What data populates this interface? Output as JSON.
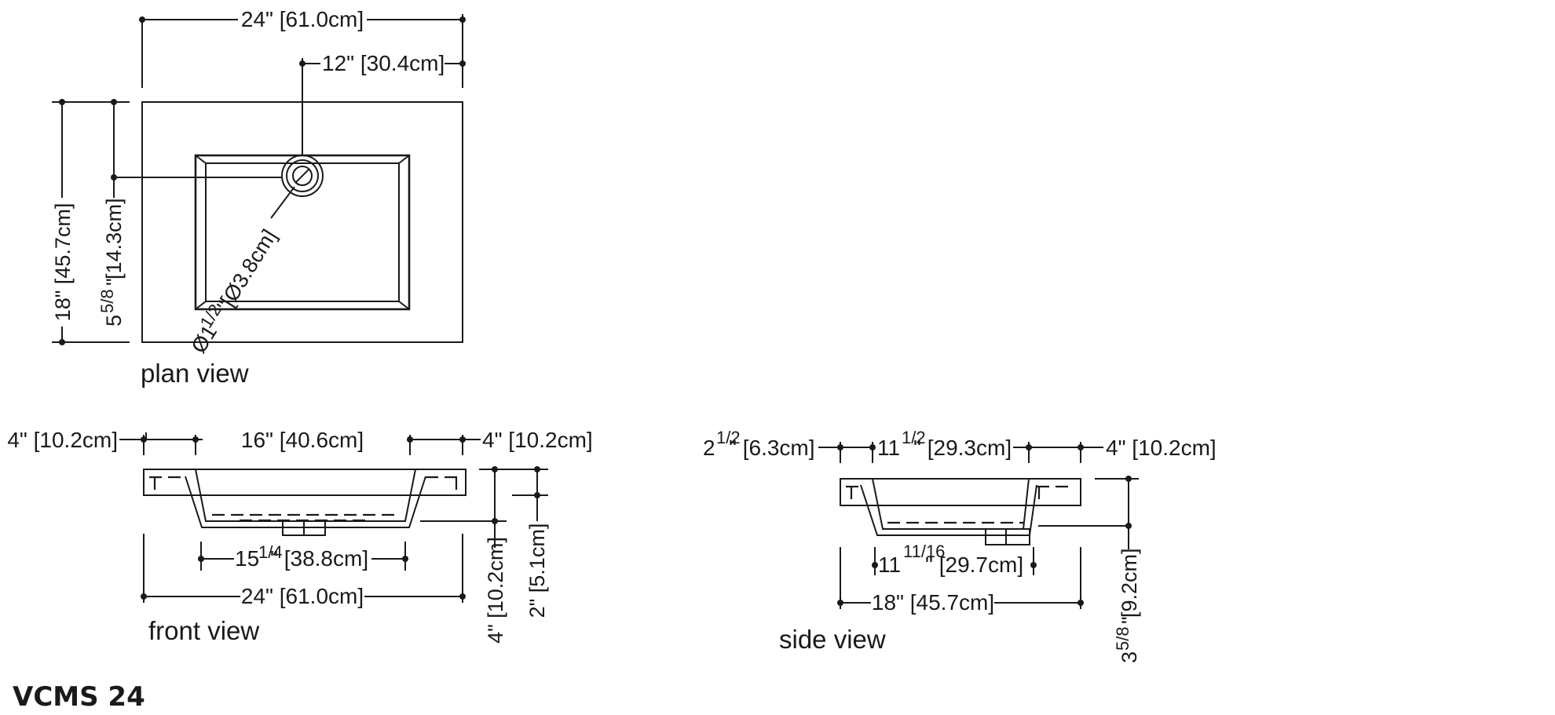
{
  "title": "VCMS 24",
  "views": {
    "plan": {
      "label": "plan view"
    },
    "front": {
      "label": "front view"
    },
    "side": {
      "label": "side view"
    }
  },
  "dimensions": {
    "plan_width": "24\" [61.0cm]",
    "plan_drain_offset": "12\" [30.4cm]",
    "plan_depth": "18\" [45.7cm]",
    "plan_drain_setback_in": "5",
    "plan_drain_setback_frac": "5/8",
    "plan_drain_setback_unit": "\"",
    "plan_drain_setback_cm": " [14.3cm]",
    "plan_drain_diameter_in": "Ø1",
    "plan_drain_diameter_frac": "1/2",
    "plan_drain_diameter_unit": "\"",
    "plan_drain_diameter_cm": " [Ø3.8cm]",
    "front_left_deck": "4\" [10.2cm]",
    "front_bowl_width": "16\" [40.6cm]",
    "front_right_deck": "4\" [10.2cm]",
    "front_bowl_bottom_in": "15",
    "front_bowl_bottom_frac": "1/4",
    "front_bowl_bottom_cm": "\" [38.8cm]",
    "front_overall": "24\" [61.0cm]",
    "front_depth": "4\" [10.2cm]",
    "front_rim": "2\" [5.1cm]",
    "side_front_deck_in": "2",
    "side_front_deck_frac": "1/2",
    "side_front_deck_cm": "\" [6.3cm]",
    "side_bowl_in": "11",
    "side_bowl_frac": "1/2",
    "side_bowl_cm": "\" [29.3cm]",
    "side_back_deck": "4\" [10.2cm]",
    "side_bowl_bottom_in": "11",
    "side_bowl_bottom_frac": "11/16",
    "side_bowl_bottom_cm": "\" [29.7cm]",
    "side_overall": "18\" [45.7cm]",
    "side_height_in": "3",
    "side_height_frac": "5/8",
    "side_height_unit": "\"",
    "side_height_cm": " [9.2cm]"
  }
}
